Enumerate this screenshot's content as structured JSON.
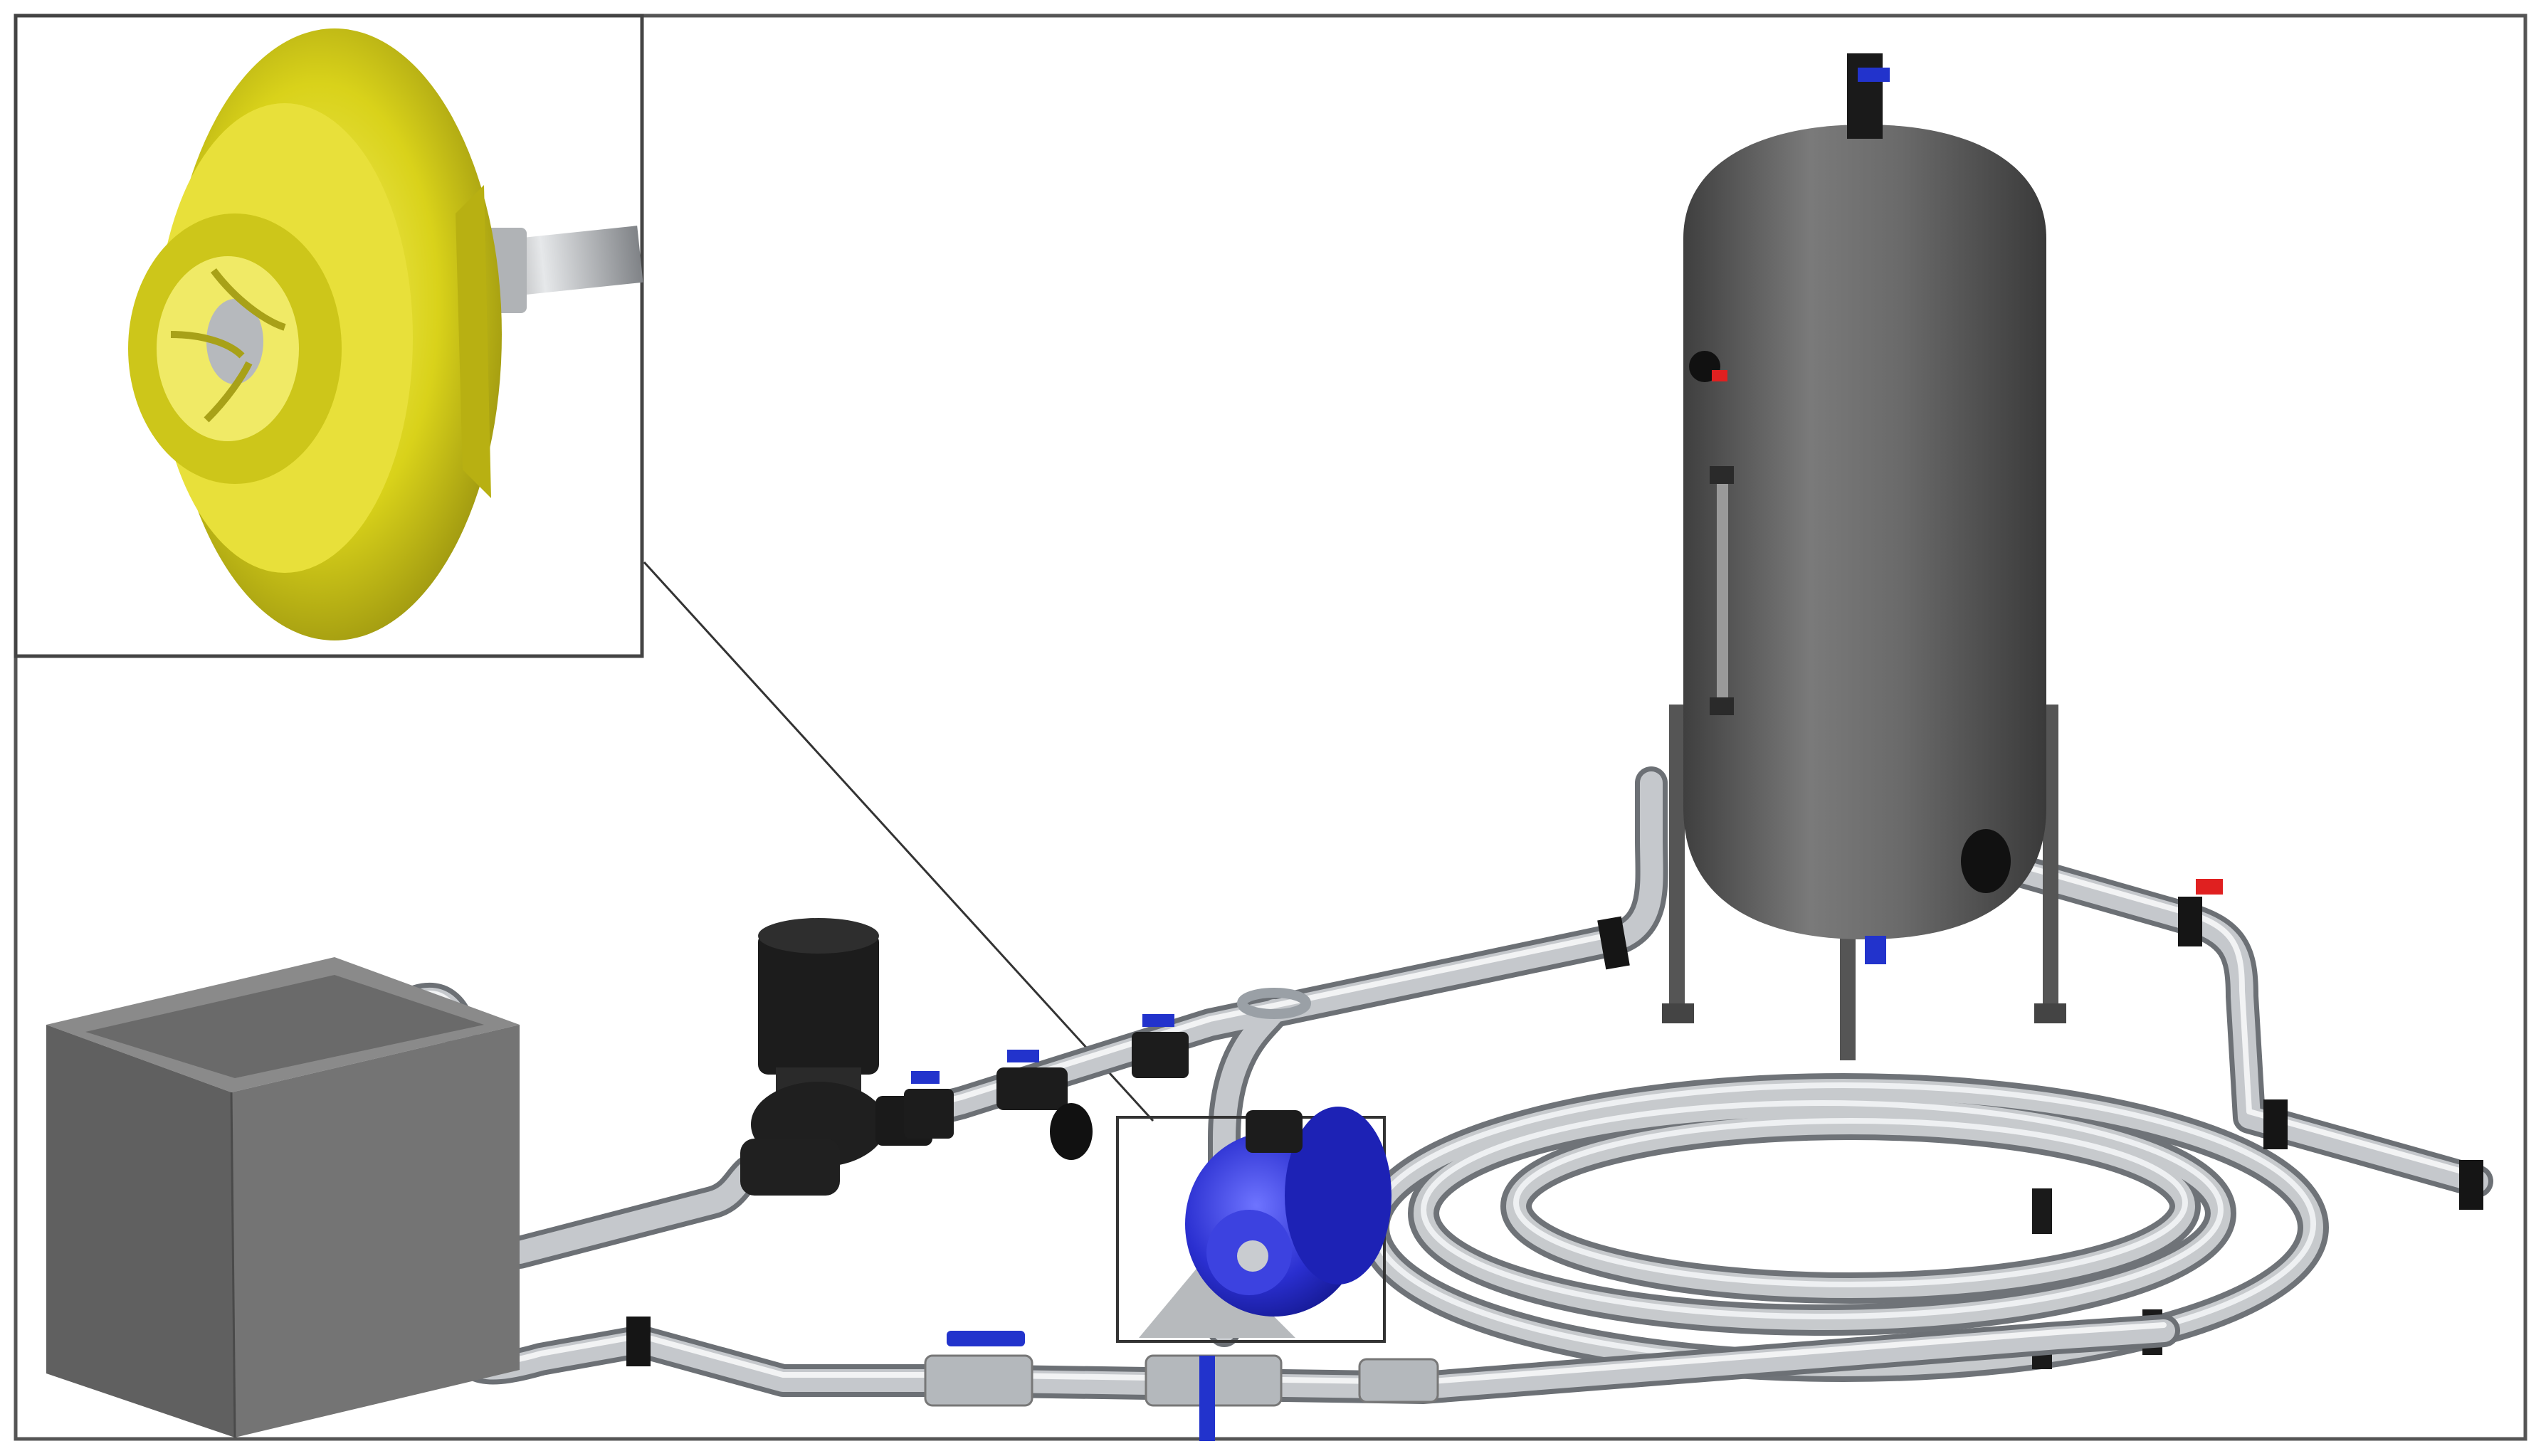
{
  "figure": {
    "caption": "",
    "components": [
      {
        "id": "impeller",
        "name": "impeller-inset-icon"
      },
      {
        "id": "pump",
        "name": "centrifugal-pump-icon"
      },
      {
        "id": "tank",
        "name": "pressure-vessel-icon"
      },
      {
        "id": "reservoir",
        "name": "open-reservoir-icon"
      },
      {
        "id": "coil",
        "name": "pipe-coil-icon"
      },
      {
        "id": "flowmeter",
        "name": "flow-meter-icon"
      }
    ],
    "colors": {
      "impeller": "#d9d21a",
      "pump": "#2a2fd0",
      "vessel": "#6e6e6e",
      "reservoir": "#5c5c5c",
      "pipe": "#a9adb2",
      "valve_handle": "#2233cc",
      "valve_red": "#e02020"
    }
  }
}
